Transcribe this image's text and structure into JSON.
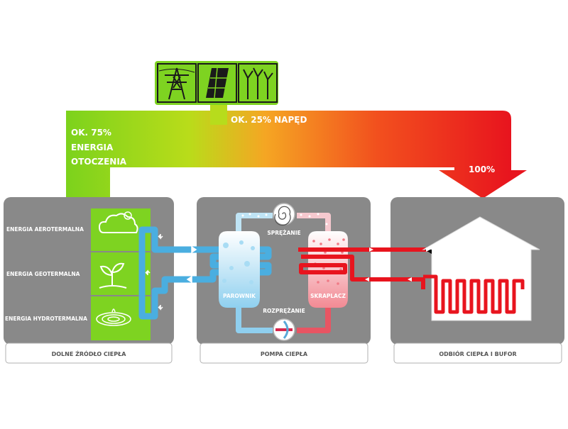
{
  "flow": {
    "ambient_percent": "OK. 75%",
    "ambient_line1": "ENERGIA",
    "ambient_line2": "OTOCZENIA",
    "drive_label": "OK. 25% NAPĘD",
    "total_label": "100%"
  },
  "sources": {
    "aerothermal": "ENERGIA AEROTERMALNA",
    "geothermal": "ENERGIA GEOTERMALNA",
    "hydrothermal": "ENERGIA HYDROTERMALNA"
  },
  "pump": {
    "compression": "SPRĘŻANIE",
    "expansion": "ROZPRĘŻANIE",
    "evaporator": "PAROWNIK",
    "condenser": "SKRAPLACZ"
  },
  "footer": {
    "lower_source": "DOLNE ŹRÓDŁO CIEPŁA",
    "heat_pump": "POMPA CIEPŁA",
    "heat_reception": "ODBIÓR CIEPŁA I BUFOR"
  },
  "icons": [
    "power-line-icon",
    "solar-panel-icon",
    "wind-turbine-icon",
    "cloud-icon",
    "sprout-icon",
    "water-ripple-icon"
  ],
  "colors": {
    "panel_gray": "#898989",
    "green": "#7ed321",
    "red": "#e8141e",
    "cold_blue": "#4aaee0"
  }
}
